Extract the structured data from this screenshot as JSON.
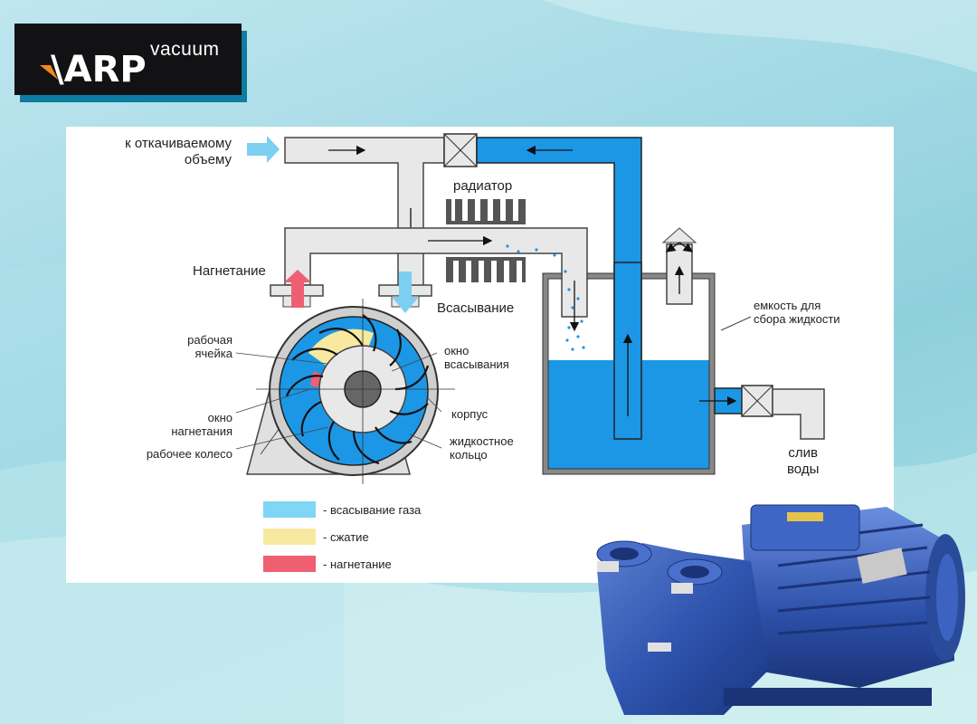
{
  "logo": {
    "mark": "\\ARP",
    "text": "vacuum"
  },
  "diagram": {
    "inlet_label_1": "к откачиваемому",
    "inlet_label_2": "объему",
    "radiator": "радиатор",
    "discharge": "Нагнетание",
    "suction": "Всасывание",
    "working_cell_1": "рабочая",
    "working_cell_2": "ячейка",
    "discharge_window_1": "окно",
    "discharge_window_2": "нагнетания",
    "impeller": "рабочее колесо",
    "suction_window_1": "окно",
    "suction_window_2": "всасывания",
    "casing": "корпус",
    "liquid_ring_1": "жидкостное",
    "liquid_ring_2": "кольцо",
    "tank_1": "емкость для",
    "tank_2": "сбора жидкости",
    "drain_1": "слив",
    "drain_2": "воды"
  },
  "legend": [
    {
      "color": "#7fd6f5",
      "label": "- всасывание газа"
    },
    {
      "color": "#f7e9a0",
      "label": "- сжатие"
    },
    {
      "color": "#ee5f72",
      "label": "- нагнетание"
    }
  ],
  "colors": {
    "water": "#1c97e6",
    "pipe": "#e8e8e8",
    "inlet_arrow": "#7ccff0",
    "discharge_arrow": "#ee5f72"
  }
}
